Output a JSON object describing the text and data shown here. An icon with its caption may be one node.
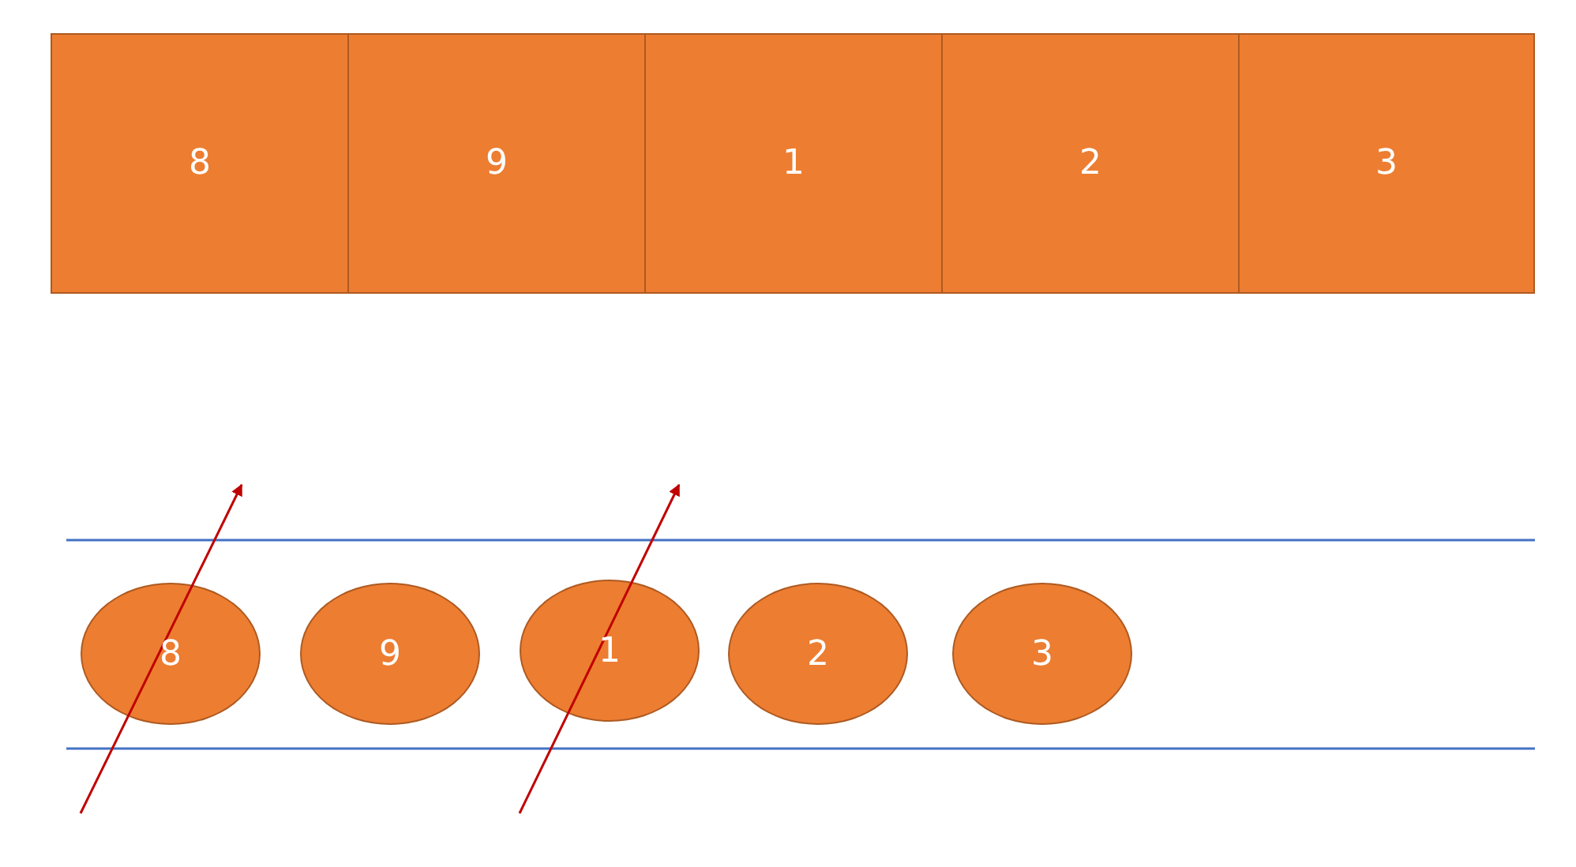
{
  "diagram": {
    "nodes": [
      {
        "text": [
          "8"
        ]
      },
      {
        "text": [
          "9"
        ]
      },
      {
        "text": [
          "1"
        ]
      },
      {
        "text": [
          "2"
        ]
      },
      {
        "text": [
          "3"
        ]
      },
      {
        "text": [
          "8"
        ]
      },
      {
        "text": [
          "9"
        ]
      },
      {
        "text": [
          "1"
        ]
      },
      {
        "text": [
          "2"
        ]
      },
      {
        "text": [
          "3"
        ]
      }
    ]
  }
}
